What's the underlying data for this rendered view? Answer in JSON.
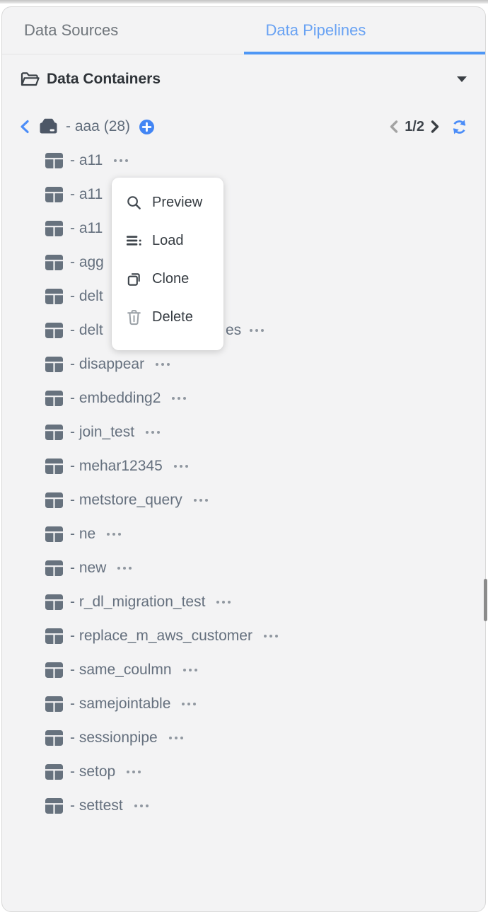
{
  "top_tabs": {
    "data_sources": "Data Sources",
    "data_pipelines": "Data Pipelines",
    "active_tab": "Data Pipelines"
  },
  "section": {
    "title": "Data Containers"
  },
  "container": {
    "label": "- aaa (28)"
  },
  "pagination": {
    "label": "1/2"
  },
  "list": {
    "items": [
      {
        "label": "- a11",
        "dots": true
      },
      {
        "label": "- a11",
        "dots": false
      },
      {
        "label": "- a11",
        "dots": false
      },
      {
        "label": "- agg",
        "dots": false
      },
      {
        "label": "- delt",
        "dots": false
      },
      {
        "label": "- delt",
        "dots": false,
        "visible_suffix": "es",
        "suffix_dots": true
      },
      {
        "label": "- disappear",
        "dots": true
      },
      {
        "label": "- embedding2",
        "dots": true
      },
      {
        "label": "- join_test",
        "dots": true
      },
      {
        "label": "- mehar12345",
        "dots": true
      },
      {
        "label": "- metstore_query",
        "dots": true
      },
      {
        "label": "- ne",
        "dots": true
      },
      {
        "label": "- new",
        "dots": true
      },
      {
        "label": "- r_dl_migration_test",
        "dots": true
      },
      {
        "label": "- replace_m_aws_customer",
        "dots": true
      },
      {
        "label": "- same_coulmn",
        "dots": true
      },
      {
        "label": "- samejointable",
        "dots": true
      },
      {
        "label": "- sessionpipe",
        "dots": true
      },
      {
        "label": "- setop",
        "dots": true
      },
      {
        "label": "- settest",
        "dots": true
      }
    ]
  },
  "context_menu": {
    "items": [
      {
        "label": "Preview",
        "icon": "search-icon"
      },
      {
        "label": "Load",
        "icon": "list-icon"
      },
      {
        "label": "Clone",
        "icon": "clone-icon"
      },
      {
        "label": "Delete",
        "icon": "trash-icon"
      }
    ]
  },
  "colors": {
    "accent_blue": "#4e97f5",
    "active_tab_text": "#68a2f3",
    "item_text": "#65707e",
    "panel_bg": "#f3f3f4"
  }
}
